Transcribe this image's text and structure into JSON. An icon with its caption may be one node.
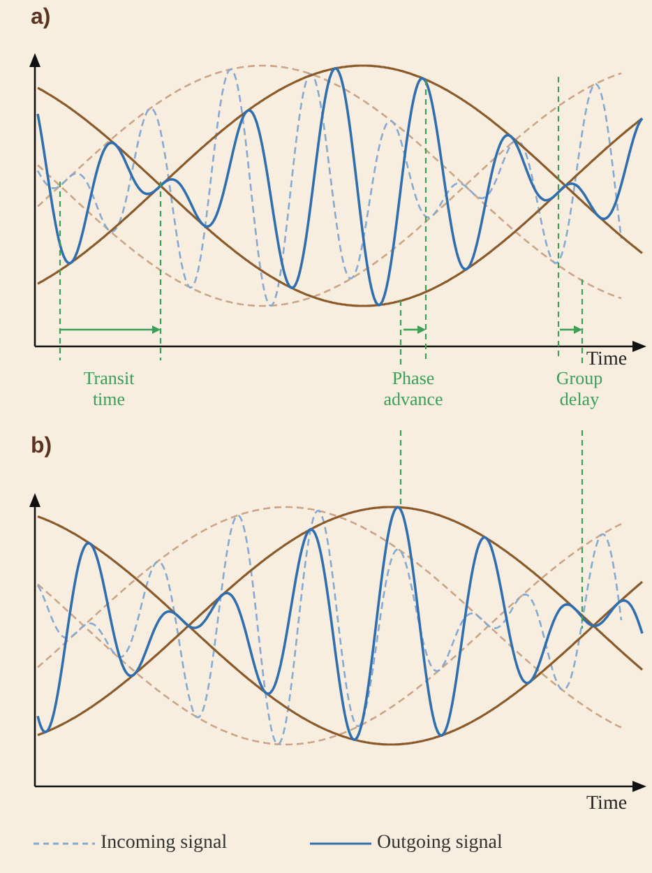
{
  "diagram": {
    "labels": [
      "a)",
      "Time",
      "Transit time",
      "Phase advance",
      "Group delay",
      "b)",
      "Time"
    ],
    "legend": [
      {
        "text": "Incoming signal"
      },
      {
        "text": "Outgoing signal"
      }
    ]
  }
}
